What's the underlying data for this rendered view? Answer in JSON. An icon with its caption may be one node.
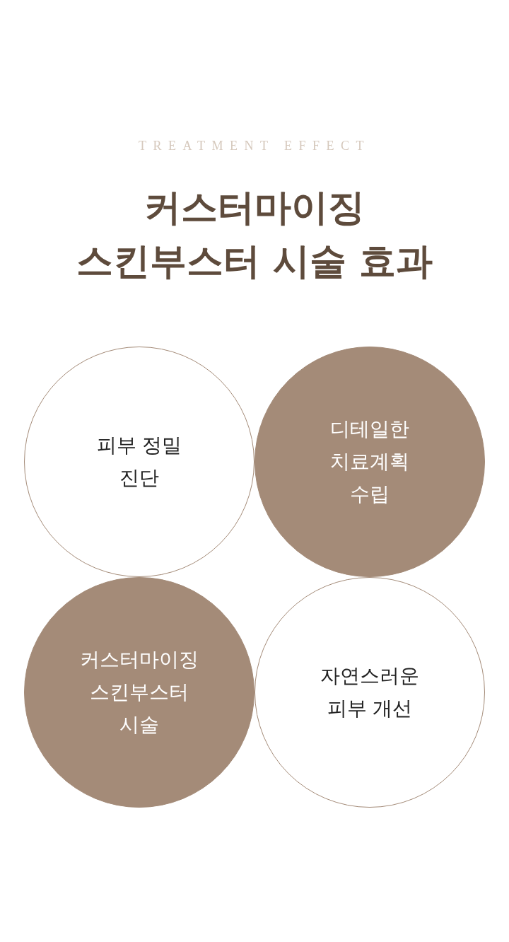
{
  "diagram": {
    "title": "커스터마이징 스킨부스터 시술 효과",
    "nodes": [
      {
        "text": [
          "피부 정밀 진단"
        ]
      },
      {
        "text": [
          "디테일한 치료계획 수립"
        ]
      },
      {
        "text": [
          "커스터마이징 스킨부스터 시술"
        ]
      },
      {
        "text": [
          "자연스러운 피부 개선"
        ]
      }
    ],
    "labels": [
      "TREATMENT EFFECT"
    ]
  }
}
